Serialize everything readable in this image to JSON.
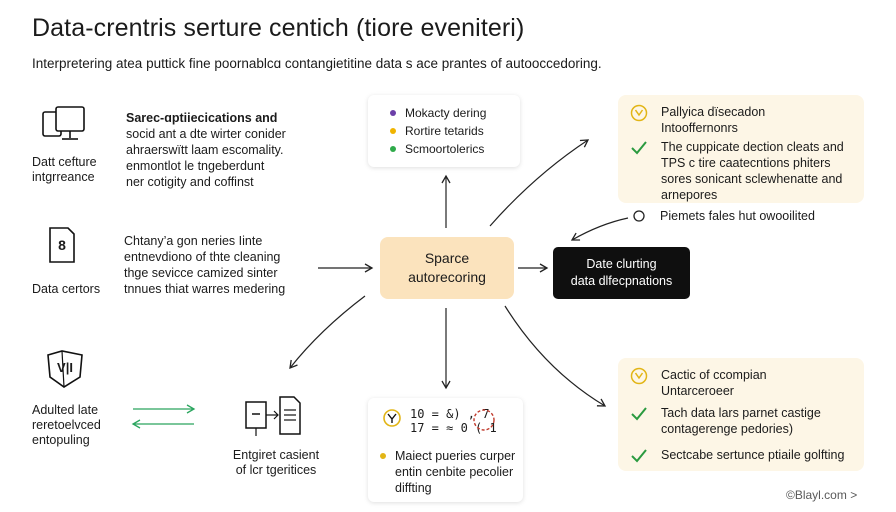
{
  "header": {
    "title": "Data-crentris serture centich (tiore eveniteri)",
    "subtitle": "Interpretering atea puttick fine poornablcɑ contangietitine data s ace prantes of autooccedoring."
  },
  "left": {
    "item1": {
      "label_line1": "Datt cefture",
      "label_line2": "intgrreance",
      "text_lines": [
        "Sarec-ɑptiiecications and",
        "socid ant a dte wirter conider",
        "ahraerswïtt laam escomality.",
        "enmontlot le tngeberdunt",
        "ner cotigity and coffinst"
      ]
    },
    "item2": {
      "label": "Data certors",
      "icon_char": "8",
      "text_lines": [
        "Chtany’a gon neries Iinte",
        "entnevdiono of thte cleaning",
        "thge sevicce camized sinter",
        "tnnues thiat warres medering"
      ]
    },
    "item3": {
      "label_line1": "Adulted late",
      "label_line2": "reretoelvced",
      "label_line3": "entopuling",
      "icon_chars": "V|I"
    }
  },
  "center": {
    "box_line1": "Sparce",
    "box_line2": "autorecoring",
    "top_bullets": [
      {
        "text": "Mokacty dering",
        "color": "#6b3fa8"
      },
      {
        "text": "Rortire tetarids",
        "color": "#f0b400"
      },
      {
        "text": "Scmoortolerics",
        "color": "#2faa4a"
      }
    ],
    "bottom_label_line1": "Entgiret casient",
    "bottom_label_line2": "of lcr tgeritices",
    "bottom_card": {
      "formula_line1": "10 = &) , 7",
      "formula_line2": "17 = ≈ 0 ( 1",
      "bullet_color": "#e2b516",
      "lines": [
        "Maiect pueries curper",
        "entin cenbite pecolier",
        "diffting"
      ]
    }
  },
  "right": {
    "dark_box_line1": "Date clurting",
    "dark_box_line2": "data dlfecpnations",
    "panel_top": {
      "items": [
        {
          "icon": "info",
          "lines": [
            "Pallyica dïsecadon",
            "Intooffernonrs"
          ]
        },
        {
          "icon": "check",
          "lines": [
            "The cuppicate dection cleats and",
            "TPS c tire caatecntions phiters",
            "sores sonicant sclewhenatte and",
            "arnepores"
          ]
        }
      ]
    },
    "note": "Piemets fales hut owooilited",
    "panel_bottom": {
      "items": [
        {
          "icon": "info",
          "lines": [
            "Cactic of ccompian",
            "Untarceroeer"
          ]
        },
        {
          "icon": "check",
          "lines": [
            "Tach data lars parnet castige",
            "contagerenge pedories)"
          ]
        },
        {
          "icon": "check",
          "lines": [
            "Sectcabe sertunce ptiaile golfting"
          ]
        }
      ]
    }
  },
  "watermark": "©Blayl.com >",
  "colors": {
    "accent_box": "#fbe3bd",
    "panel": "#fdf6e6",
    "info_icon": "#e2b516",
    "check_icon": "#2a9a3f",
    "dark_box": "#0f0f0f",
    "double_arrow": "#2aa55e"
  }
}
